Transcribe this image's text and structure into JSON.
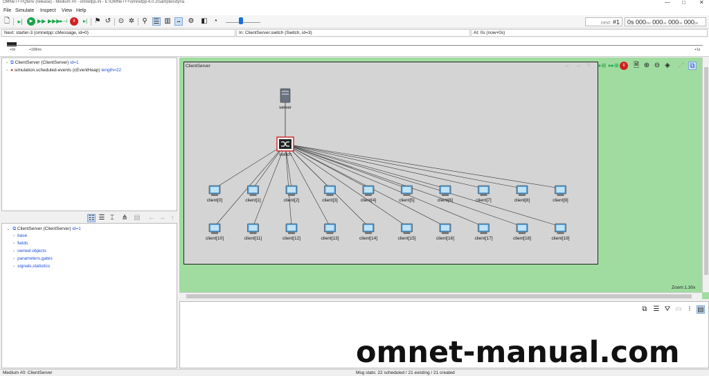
{
  "window": {
    "title": "OMNeT++/Qtenv (release) - Medium #0 - omnetpp.ini - E:\\OMNeT++\\omnetpp-6.0.2\\samples\\dyna",
    "controls": [
      "—",
      "□",
      "✕"
    ]
  },
  "menu": [
    "File",
    "Simulate",
    "Inspect",
    "View",
    "Help"
  ],
  "toolbar": {
    "next_label": "next:",
    "next_value": "#1",
    "time": {
      "s": "0s",
      "ms": "000",
      "ms_unit": "ms",
      "us": "000",
      "us_unit": "us",
      "ns": "000",
      "ns_unit": "ns",
      "ps": "000",
      "ps_unit": "ps"
    }
  },
  "status_row": {
    "next": "Next: starter-3 (omnetpp::cMessage, id=0)",
    "in": "In: ClientServer.switch (Switch, id=3)",
    "at": "At: 0s (now+0s)"
  },
  "timeline": {
    "labels": [
      "+0s",
      "+100ms",
      "+1s"
    ]
  },
  "object_tree": {
    "items": [
      {
        "label": "ClientServer (ClientServer)",
        "id": "id=1"
      },
      {
        "label": "simulation.scheduled-events (cEventHeap)",
        "id": "length=22"
      }
    ]
  },
  "inspector_tree": {
    "root": {
      "label": "ClientServer (ClientServer)",
      "id": "id=1"
    },
    "children": [
      "base",
      "fields",
      "owned objects",
      "parameters,gates",
      "signals,statistics"
    ]
  },
  "network": {
    "title": "ClientServer",
    "server_label": "server",
    "switch_label": "switch",
    "clients_row1": [
      "client[0]",
      "client[1]",
      "client[2]",
      "client[3]",
      "client[4]",
      "client[5]",
      "client[6]",
      "client[7]",
      "client[8]",
      "client[9]"
    ],
    "clients_row2": [
      "client[10]",
      "client[11]",
      "client[12]",
      "client[13]",
      "client[14]",
      "client[15]",
      "client[16]",
      "client[17]",
      "client[18]",
      "client[19]"
    ],
    "zoom": "Zoom:1.30x"
  },
  "statusbar": {
    "left": "Medium #0: ClientServer",
    "right": "Msg stats: 22 scheduled / 21 existing / 21 created"
  },
  "watermark": "omnet-manual.com",
  "colors": {
    "canvas_bg": "#a0dca0",
    "network_bg": "#d4d4d4",
    "accent": "#1a6fd8",
    "run": "#1aa34a",
    "stop": "#d02020"
  }
}
